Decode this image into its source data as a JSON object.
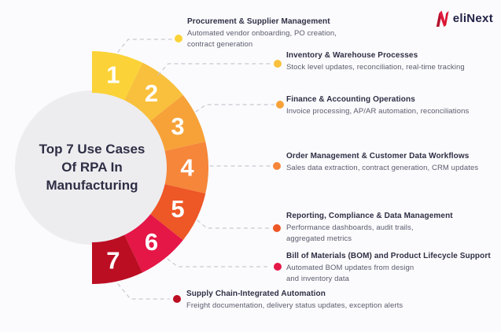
{
  "logo": {
    "brand": "eliNext",
    "icon": "elinext-n-icon",
    "accent_color": "#D8142F",
    "text_color": "#232347"
  },
  "center": {
    "title_lines": [
      "Top 7 Use Cases",
      "Of RPA In",
      "Manufacturing"
    ],
    "title_text": "Top 7 Use Cases Of RPA In Manufacturing"
  },
  "items": [
    {
      "num": "1",
      "title": "Procurement & Supplier Management",
      "description": "Automated vendor onboarding, PO creation, contract generation",
      "color": "#FBD338"
    },
    {
      "num": "2",
      "title": "Inventory & Warehouse Processes",
      "description": "Stock level updates, reconciliation, real-time tracking",
      "color": "#F8C03C"
    },
    {
      "num": "3",
      "title": "Finance & Accounting Operations",
      "description": "Invoice processing, AP/AR automation, reconciliations",
      "color": "#F7A238"
    },
    {
      "num": "4",
      "title": "Order Management & Customer Data Workflows",
      "description": "Sales data extraction, contract generation, CRM updates",
      "color": "#F5863A"
    },
    {
      "num": "5",
      "title": "Reporting, Compliance & Data Management",
      "description": "Performance dashboards, audit trails, aggregated metrics",
      "color": "#EE5726"
    },
    {
      "num": "6",
      "title": "Bill of Materials (BOM) and Product Lifecycle Support",
      "description": "Automated BOM updates from design and inventory data",
      "color": "#E51747"
    },
    {
      "num": "7",
      "title": "Supply Chain-Integrated Automation",
      "description": "Freight documentation, delivery status updates, exception alerts",
      "color": "#BB0E22"
    }
  ],
  "colors": {
    "background": "#FBFBFD",
    "center_circle": "#EDEDF0",
    "heading_text": "#2E2E45",
    "body_text": "#5B5B6E",
    "connector": "#C8C8D2",
    "digit_text": "#FFFFFF"
  },
  "chart_data": {
    "type": "pie",
    "subtype": "half-donut-ring",
    "title": "Top 7 Use Cases Of RPA In Manufacturing",
    "categories": [
      "Procurement & Supplier Management",
      "Inventory & Warehouse Processes",
      "Finance & Accounting Operations",
      "Order Management & Customer Data Workflows",
      "Reporting, Compliance & Data Management",
      "Bill of Materials (BOM) and Product Lifecycle Support",
      "Supply Chain-Integrated Automation"
    ],
    "values": [
      1,
      1,
      1,
      1,
      1,
      1,
      1
    ],
    "segment_labels": [
      "1",
      "2",
      "3",
      "4",
      "5",
      "6",
      "7"
    ],
    "segment_colors": [
      "#FBD338",
      "#F8C03C",
      "#F7A238",
      "#F5863A",
      "#EE5726",
      "#E51747",
      "#BB0E22"
    ],
    "arc_span_degrees": 180,
    "legend_position": "right"
  }
}
